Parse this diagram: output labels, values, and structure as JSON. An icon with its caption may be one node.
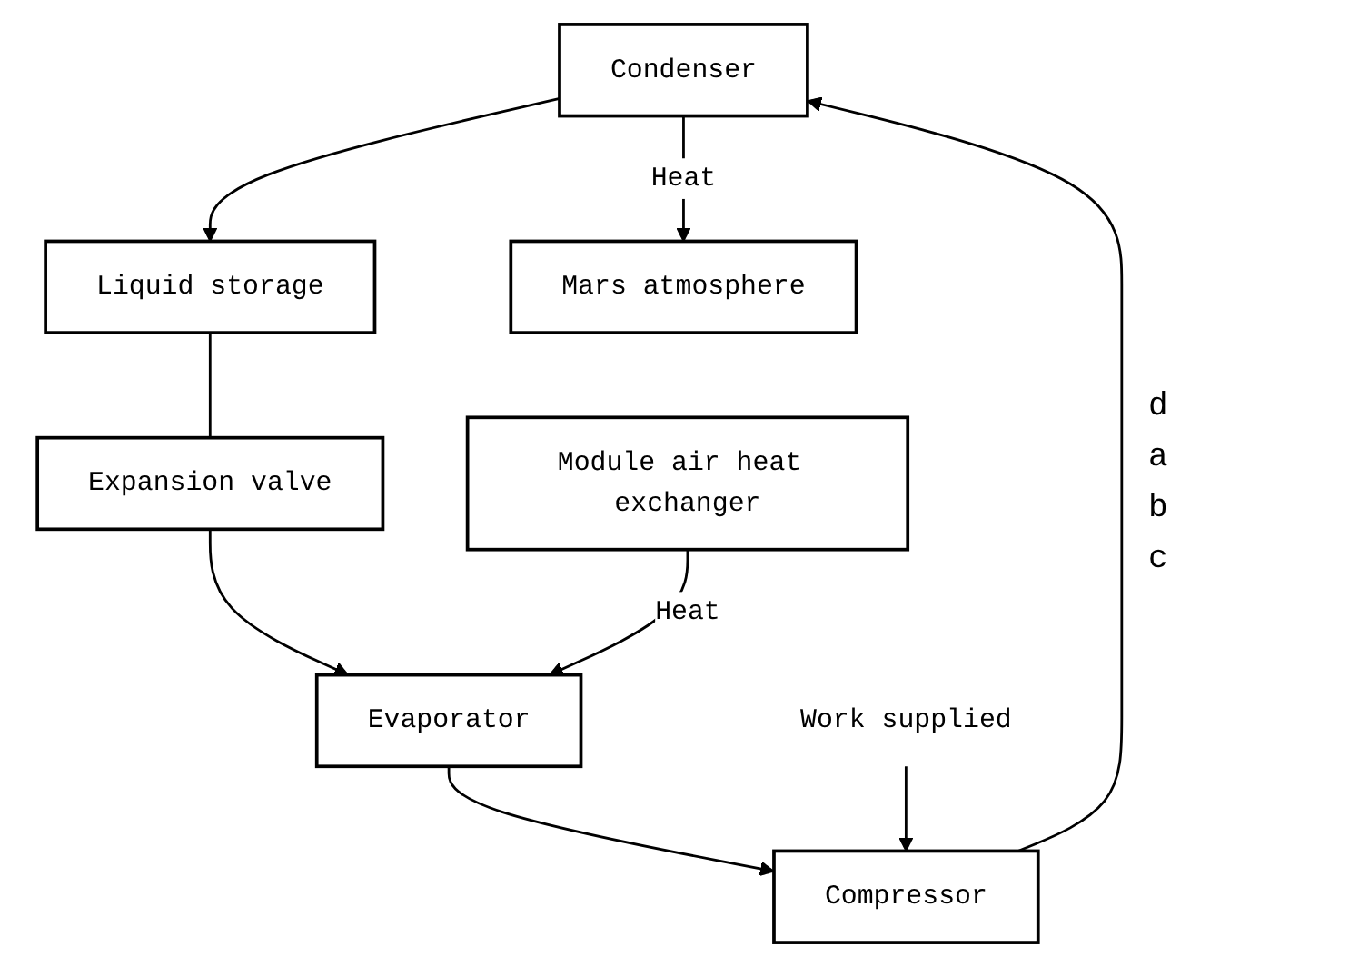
{
  "diagram": {
    "nodes": [
      {
        "text": [
          "Condenser"
        ]
      },
      {
        "text": [
          "Liquid storage"
        ]
      },
      {
        "text": [
          "Mars atmosphere"
        ]
      },
      {
        "text": [
          "Expansion valve"
        ]
      },
      {
        "text": [
          "Module air heat exchanger"
        ]
      },
      {
        "text": [
          "Compressor"
        ]
      },
      {
        "text": [
          "Work supplied"
        ]
      },
      {
        "text": [
          "Evaporator"
        ]
      }
    ],
    "edges": [
      {
        "from": 0,
        "to": 1,
        "arrow": "to"
      },
      {
        "from": 1,
        "to": 3,
        "arrow": "none"
      },
      {
        "from": 3,
        "to": 7,
        "arrow": "to"
      },
      {
        "from": 7,
        "to": 5,
        "arrow": "to"
      },
      {
        "from": 5,
        "to": 0,
        "arrow": "to"
      },
      {
        "from": 0,
        "to": 2,
        "arrow": "to",
        "label": "Heat"
      },
      {
        "from": 4,
        "to": 7,
        "arrow": "to",
        "label": "Heat"
      },
      {
        "from": 6,
        "to": 5,
        "arrow": "to"
      }
    ],
    "labels": [
      "d",
      "a",
      "b",
      "c"
    ]
  }
}
